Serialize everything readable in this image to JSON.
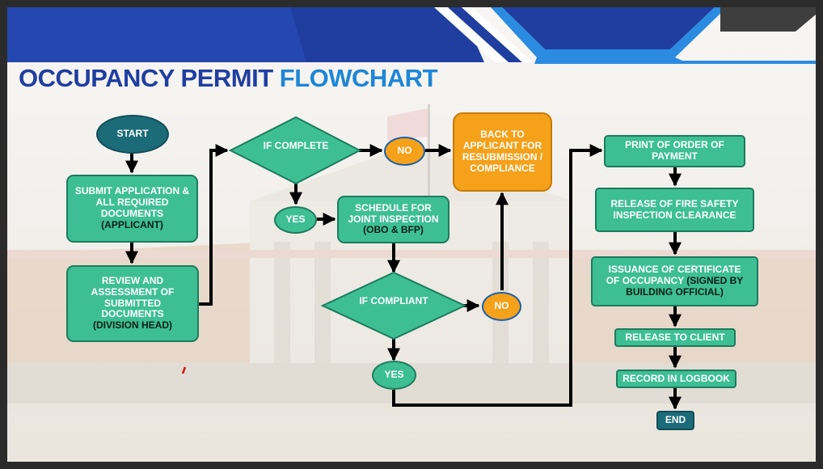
{
  "title": {
    "part1": "OCCUPANCY PERMIT",
    "part2": "FLOWCHART"
  },
  "colors": {
    "process": "#3dbf93",
    "process_border": "#1d7b5f",
    "decision": "#3dbf93",
    "no_node": "#f5a11a",
    "terminal": "#1c6b78",
    "title_dark": "#1f3ea0",
    "title_light": "#1e86d6",
    "banner_dark": "#1f3ea0",
    "banner_light": "#2a8be0"
  },
  "nodes": {
    "start": {
      "text": "START"
    },
    "submit": {
      "text": "SUBMIT APPLICATION & ALL REQUIRED DOCUMENTS",
      "sub": "(APPLICANT)"
    },
    "review": {
      "text": "REVIEW AND ASSESSMENT OF SUBMITTED DOCUMENTS",
      "sub": "(DIVISION HEAD)"
    },
    "if_complete": {
      "text": "IF COMPLETE"
    },
    "no1": {
      "text": "NO"
    },
    "back": {
      "text": "BACK TO APPLICANT FOR RESUBMISSION / COMPLIANCE"
    },
    "yes1": {
      "text": "YES"
    },
    "schedule": {
      "text": "SCHEDULE FOR JOINT INSPECTION",
      "sub": "(OBO & BFP)"
    },
    "if_compliant": {
      "text": "IF COMPLIANT"
    },
    "no2": {
      "text": "NO"
    },
    "yes2": {
      "text": "YES"
    },
    "print_order": {
      "text": "PRINT OF ORDER OF PAYMENT"
    },
    "release_fsic": {
      "text": "RELEASE OF FIRE SAFETY INSPECTION CLEARANCE"
    },
    "issuance": {
      "text": "ISSUANCE OF CERTIFICATE OF OCCUPANCY",
      "sub": "(SIGNED BY BUILDING OFFICIAL)"
    },
    "release_client": {
      "text": "RELEASE TO CLIENT"
    },
    "logbook": {
      "text": "RECORD IN LOGBOOK"
    },
    "end": {
      "text": "END"
    }
  }
}
